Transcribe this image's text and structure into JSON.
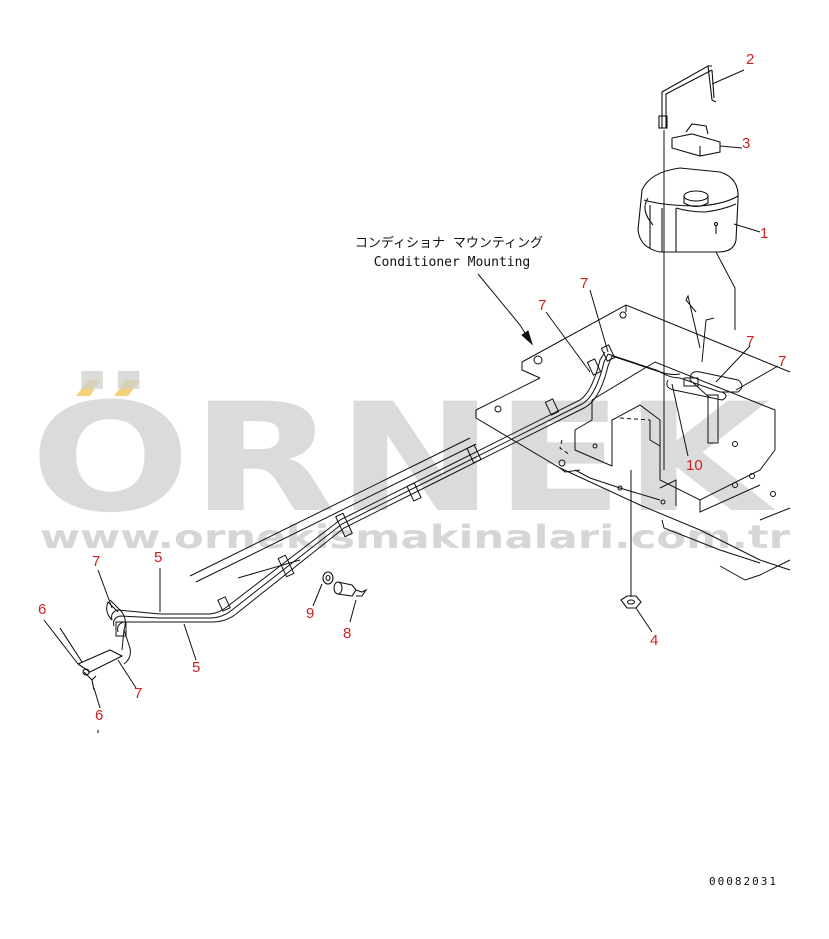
{
  "watermark": {
    "brand": "ÖRNEK",
    "website": "www.ornekismakinalari.com.tr",
    "brand_color": "#cfcfcf",
    "accent_color": "#f2d37a"
  },
  "annotation": {
    "japanese": "コンディショナ マウンティング",
    "english": "Conditioner Mounting"
  },
  "callouts": {
    "c1": "1",
    "c2": "2",
    "c3": "3",
    "c4": "4",
    "c5a": "5",
    "c5b": "5",
    "c6a": "6",
    "c6b": "6",
    "c7a": "7",
    "c7b": "7",
    "c7c": "7",
    "c7d": "7",
    "c7e": "7",
    "c7f": "7",
    "c8": "8",
    "c9": "9",
    "c10": "10"
  },
  "callout_color": "#cc2222",
  "drawing_number": "00082031"
}
